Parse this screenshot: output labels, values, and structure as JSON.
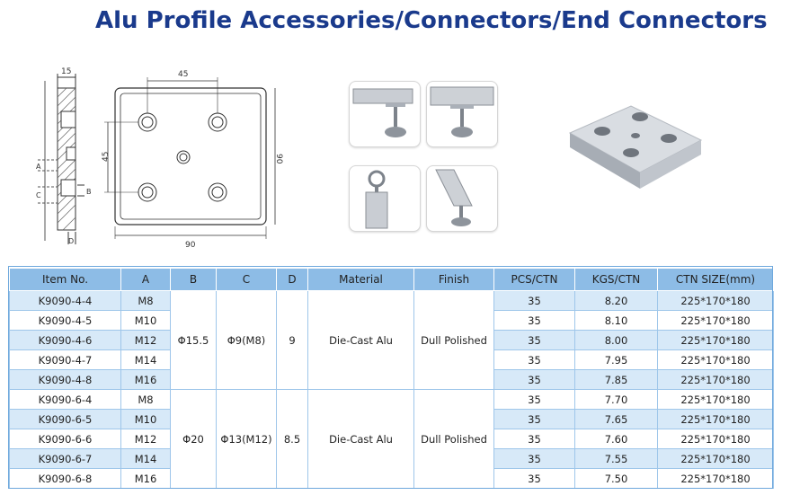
{
  "title": "Alu Profile Accessories/Connectors/End Connectors",
  "drawing": {
    "dim_top_side": "15",
    "dim_top_front": "45",
    "dim_left_front": "45",
    "dim_right_front": "90",
    "dim_bottom_front": "90",
    "label_a": "A",
    "label_b": "B",
    "label_c": "C",
    "label_d": "D"
  },
  "table": {
    "headers": [
      "Item No.",
      "A",
      "B",
      "C",
      "D",
      "Material",
      "Finish",
      "PCS/CTN",
      "KGS/CTN",
      "CTN SIZE(mm)"
    ],
    "groups": [
      {
        "B": "Φ15.5",
        "C": "Φ9(M8)",
        "D": "9",
        "material": "Die-Cast Alu",
        "finish": "Dull Polished",
        "rows": [
          {
            "item": "K9090-4-4",
            "a": "M8",
            "pcs": "35",
            "kgs": "8.20",
            "size": "225*170*180"
          },
          {
            "item": "K9090-4-5",
            "a": "M10",
            "pcs": "35",
            "kgs": "8.10",
            "size": "225*170*180"
          },
          {
            "item": "K9090-4-6",
            "a": "M12",
            "pcs": "35",
            "kgs": "8.00",
            "size": "225*170*180"
          },
          {
            "item": "K9090-4-7",
            "a": "M14",
            "pcs": "35",
            "kgs": "7.95",
            "size": "225*170*180"
          },
          {
            "item": "K9090-4-8",
            "a": "M16",
            "pcs": "35",
            "kgs": "7.85",
            "size": "225*170*180"
          }
        ]
      },
      {
        "B": "Φ20",
        "C": "Φ13(M12)",
        "D": "8.5",
        "material": "Die-Cast Alu",
        "finish": "Dull Polished",
        "rows": [
          {
            "item": "K9090-6-4",
            "a": "M8",
            "pcs": "35",
            "kgs": "7.70",
            "size": "225*170*180"
          },
          {
            "item": "K9090-6-5",
            "a": "M10",
            "pcs": "35",
            "kgs": "7.65",
            "size": "225*170*180"
          },
          {
            "item": "K9090-6-6",
            "a": "M12",
            "pcs": "35",
            "kgs": "7.60",
            "size": "225*170*180"
          },
          {
            "item": "K9090-6-7",
            "a": "M14",
            "pcs": "35",
            "kgs": "7.55",
            "size": "225*170*180"
          },
          {
            "item": "K9090-6-8",
            "a": "M16",
            "pcs": "35",
            "kgs": "7.50",
            "size": "225*170*180"
          }
        ]
      }
    ]
  },
  "colors": {
    "title": "#1a3a8c",
    "header_bg": "#8dbce6",
    "alt_row_bg": "#d7e9f8",
    "border": "#6ea8dd"
  }
}
